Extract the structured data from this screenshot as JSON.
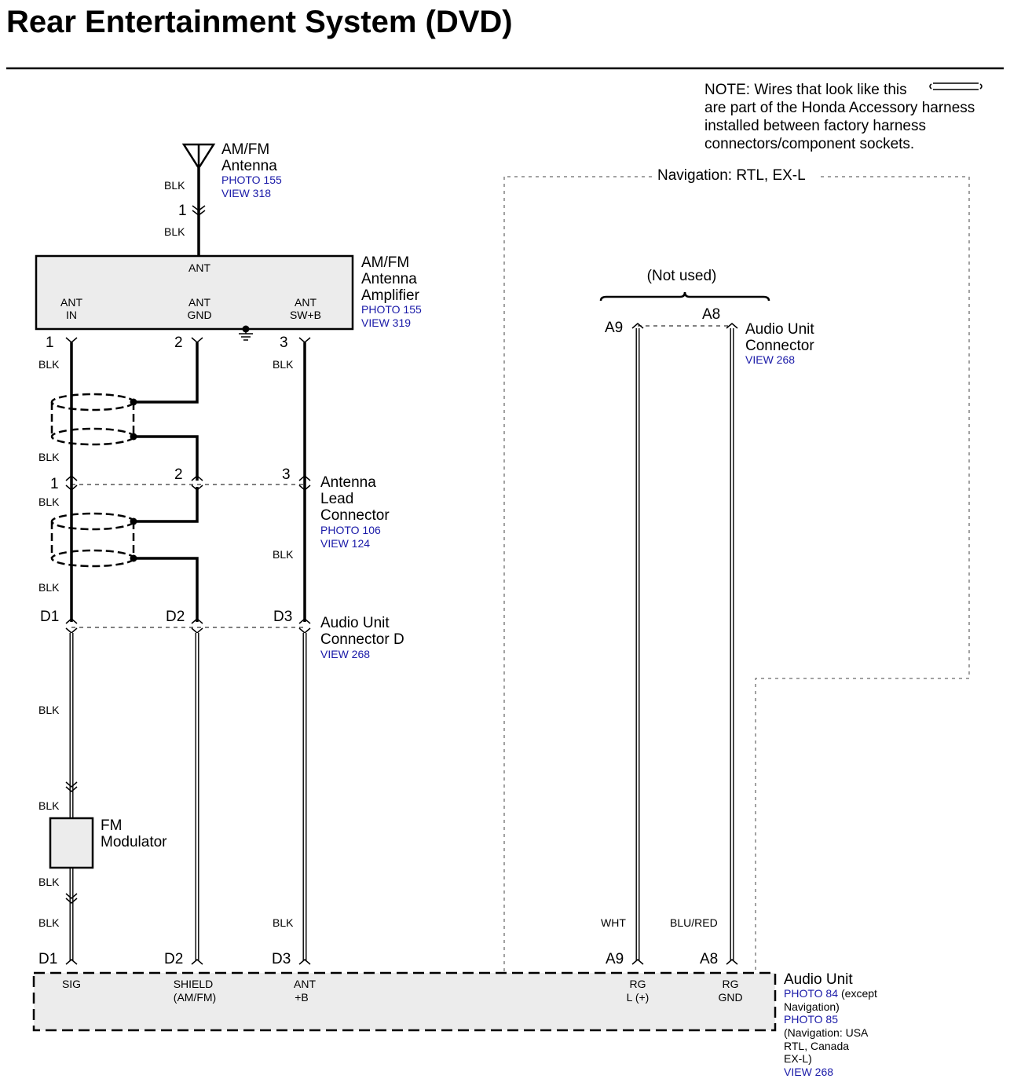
{
  "title": "Rear Entertainment System (DVD)",
  "note": {
    "lines": [
      "NOTE: Wires that look like this",
      "are part of the Honda Accessory harness",
      "installed between factory harness",
      "connectors/component sockets."
    ]
  },
  "navigation_box": {
    "label": "Navigation: RTL, EX-L"
  },
  "antenna": {
    "name_lines": [
      "AM/FM",
      "Antenna"
    ],
    "photo": "PHOTO 155",
    "view": "VIEW 318",
    "wire_top": "BLK",
    "pin": "1",
    "wire_bottom": "BLK"
  },
  "amplifier": {
    "name_lines": [
      "AM/FM",
      "Antenna",
      "Amplifier"
    ],
    "photo": "PHOTO 155",
    "view": "VIEW 319",
    "top_terminal": "ANT",
    "terminals": [
      {
        "line1": "ANT",
        "line2": "IN"
      },
      {
        "line1": "ANT",
        "line2": "GND"
      },
      {
        "line1": "ANT",
        "line2": "SW+B"
      }
    ],
    "pins": [
      "1",
      "2",
      "3"
    ],
    "wire_colors": [
      "BLK",
      "BLK"
    ]
  },
  "antenna_lead": {
    "name_lines": [
      "Antenna",
      "Lead",
      "Connector"
    ],
    "photo": "PHOTO 106",
    "view": "VIEW 124",
    "pins": [
      "1",
      "2",
      "3"
    ],
    "wire_colors": [
      "BLK",
      "BLK",
      "BLK",
      "BLK"
    ]
  },
  "audio_connector_d": {
    "name_lines": [
      "Audio Unit",
      "Connector D"
    ],
    "view": "VIEW 268",
    "pins": [
      "D1",
      "D2",
      "D3"
    ],
    "wire_color_lower": "BLK"
  },
  "fm_modulator": {
    "name_lines": [
      "FM",
      "Modulator"
    ],
    "wire_colors": [
      "BLK",
      "BLK",
      "BLK"
    ]
  },
  "bottom_wires": {
    "d3_color": "BLK",
    "a9_color": "WHT",
    "a8_color": "BLU/RED"
  },
  "audio_connector_a": {
    "not_used": "(Not used)",
    "pins": [
      "A9",
      "A8"
    ],
    "name_lines": [
      "Audio Unit",
      "Connector"
    ],
    "view": "VIEW 268"
  },
  "audio_unit": {
    "name": "Audio Unit",
    "pins": [
      "D1",
      "D2",
      "D3",
      "A9",
      "A8"
    ],
    "terminals": [
      {
        "line1": "SIG",
        "line2": ""
      },
      {
        "line1": "SHIELD",
        "line2": "(AM/FM)"
      },
      {
        "line1": "ANT",
        "line2": "+B"
      },
      {
        "line1": "RG",
        "line2": "L  (+)"
      },
      {
        "line1": "RG",
        "line2": "GND"
      }
    ],
    "photo1": "PHOTO 84",
    "photo1_note": "(except",
    "photo1_note2": "Navigation)",
    "photo2": "PHOTO 85",
    "photo2_note_lines": [
      "(Navigation: USA",
      "RTL, Canada",
      "EX-L)"
    ],
    "view": "VIEW 268"
  }
}
